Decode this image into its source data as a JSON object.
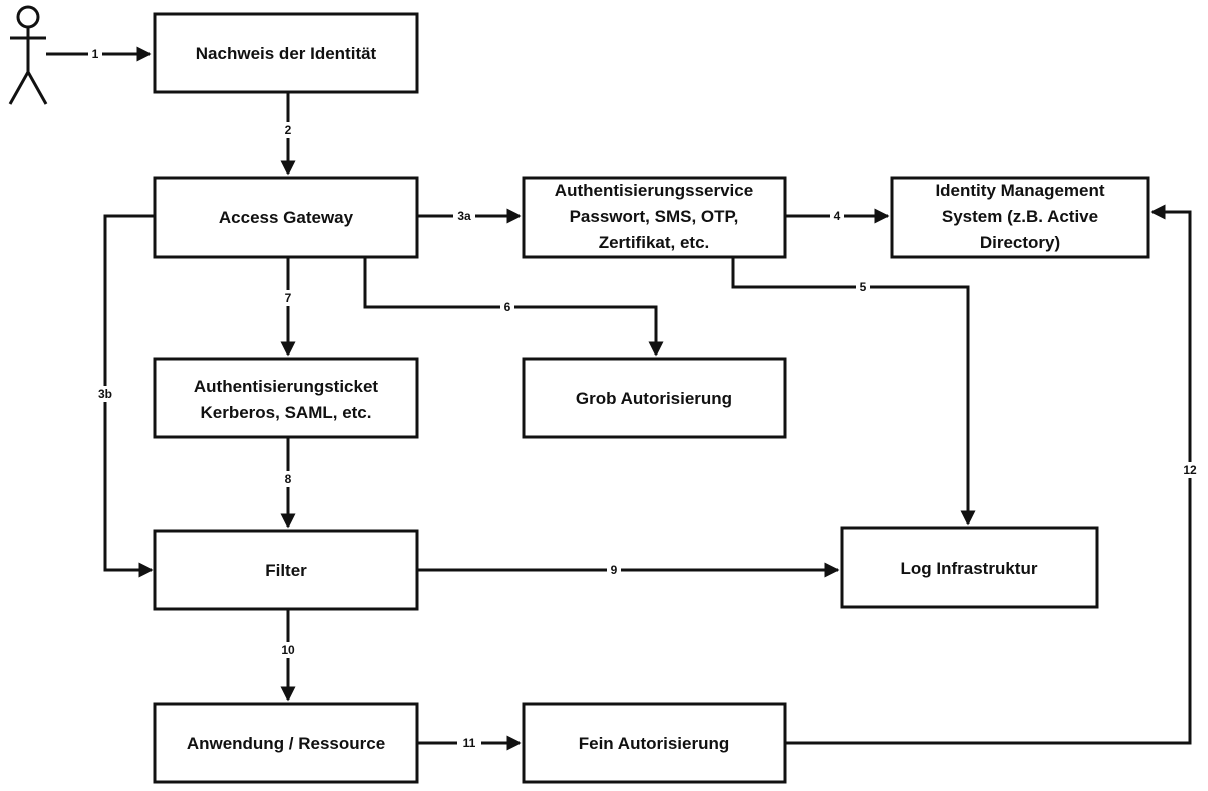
{
  "boxes": {
    "identity_proof": "Nachweis der Identität",
    "access_gateway": "Access Gateway",
    "auth_service": [
      "Authentisierungsservice",
      "Passwort, SMS, OTP,",
      "Zertifikat, etc."
    ],
    "idm_system": [
      "Identity Management",
      "System (z.B. Active",
      "Directory)"
    ],
    "auth_ticket": [
      "Authentisierungsticket",
      "Kerberos, SAML, etc."
    ],
    "coarse_authz": "Grob Autorisierung",
    "filter": "Filter",
    "log_infra": "Log Infrastruktur",
    "application": "Anwendung / Ressource",
    "fine_authz": "Fein Autorisierung"
  },
  "edges": {
    "e1": "1",
    "e2": "2",
    "e3a": "3a",
    "e3b": "3b",
    "e4": "4",
    "e5": "5",
    "e6": "6",
    "e7": "7",
    "e8": "8",
    "e9": "9",
    "e10": "10",
    "e11": "11",
    "e12": "12"
  },
  "colors": {
    "stroke": "#111111",
    "background": "#ffffff"
  }
}
